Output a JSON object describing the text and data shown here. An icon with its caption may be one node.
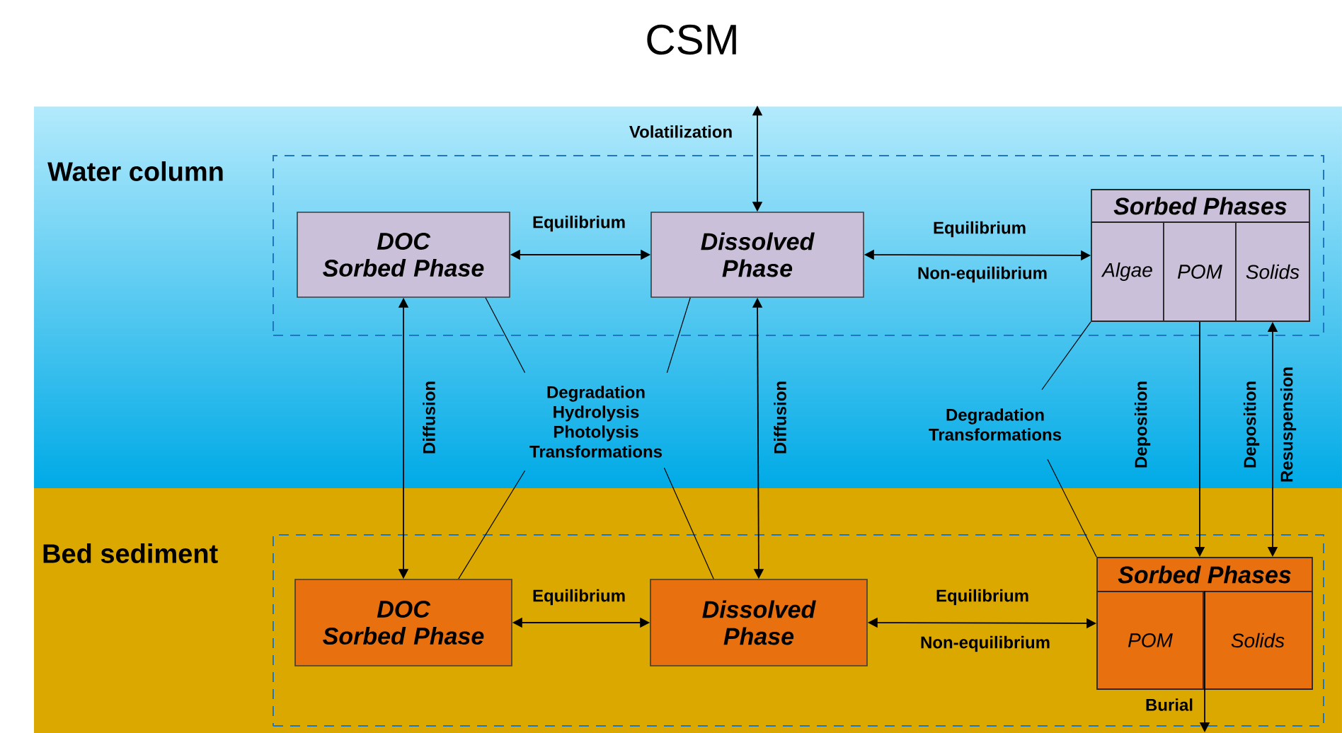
{
  "diagram": {
    "title": "CSM",
    "nodes": [
      {
        "text": [
          "Water column"
        ]
      },
      {
        "text": [
          "DOC",
          "Sorbed Phase"
        ],
        "in": 0
      },
      {
        "text": [
          "Dissolved Phase"
        ],
        "in": 0
      },
      {
        "text": [
          "Sorbed Phases"
        ],
        "in": 0
      },
      {
        "text": [
          "Algae"
        ],
        "in": 3
      },
      {
        "text": [
          "POM"
        ],
        "in": 3
      },
      {
        "text": [
          "Solids"
        ],
        "in": 3
      },
      {
        "text": [
          "Degradation Hydrolysis Photolysis Transformations"
        ]
      },
      {
        "text": [
          "Degradation Transformations"
        ]
      },
      {
        "text": [
          "Bed sediment"
        ]
      },
      {
        "text": [
          "DOC",
          "Sorbed Phase"
        ],
        "in": 9
      },
      {
        "text": [
          "Dissolved Phase"
        ],
        "in": 9
      },
      {
        "text": [
          "Sorbed Phases"
        ],
        "in": 9
      },
      {
        "text": [
          "POM"
        ],
        "in": 12
      },
      {
        "text": [
          "Solids"
        ],
        "in": 12
      }
    ],
    "edges": [
      {
        "from": 2,
        "to": null,
        "arrow": "both",
        "label": "Volatilization"
      },
      {
        "from": 1,
        "to": 2,
        "arrow": "both",
        "label": "Equilibrium"
      },
      {
        "from": 2,
        "to": 3,
        "arrow": "both",
        "label": "Equilibrium"
      },
      {
        "from": 1,
        "to": 10,
        "arrow": "both",
        "label": "Diffusion"
      },
      {
        "from": 2,
        "to": 11,
        "arrow": "both",
        "label": "Diffusion"
      },
      {
        "from": 1,
        "to": 7,
        "arrow": "none"
      },
      {
        "from": 2,
        "to": 7,
        "arrow": "none"
      },
      {
        "from": 7,
        "to": 10,
        "arrow": "none"
      },
      {
        "from": 7,
        "to": 11,
        "arrow": "none"
      },
      {
        "from": 4,
        "to": 8,
        "arrow": "none"
      },
      {
        "from": 8,
        "to": 12,
        "arrow": "none"
      },
      {
        "from": 5,
        "to": 12,
        "arrow": "to",
        "label": "Deposition"
      },
      {
        "from": 12,
        "to": 6,
        "arrow": "both",
        "label": "Deposition"
      },
      {
        "from": 10,
        "to": 11,
        "arrow": "both",
        "label": "Equilibrium"
      },
      {
        "from": 11,
        "to": 12,
        "arrow": "both",
        "label": "Equilibrium"
      },
      {
        "from": 12,
        "to": null,
        "arrow": "to",
        "label": "Burial"
      }
    ],
    "labels": [
      "Non-equilibrium",
      "Resuspension",
      "Non-equilibrium"
    ]
  }
}
